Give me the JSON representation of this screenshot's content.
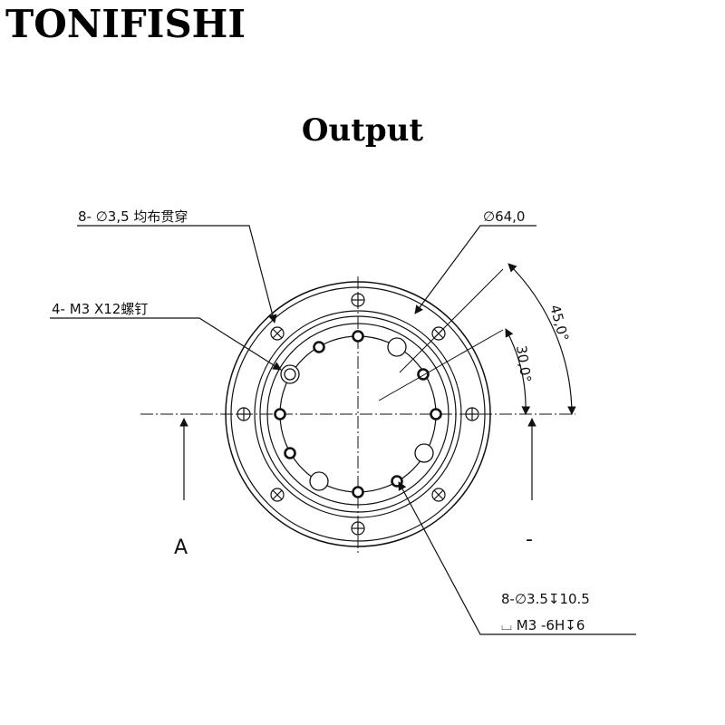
{
  "header": {
    "brand": "TONIFISHI",
    "title": "Output"
  },
  "annotations": {
    "holes_through": "8- ∅3,5 均布贯穿",
    "diameter": "∅64,0",
    "screws": "4- M3 X12螺钉",
    "angle_45": "45,0°",
    "angle_30": "30,0°",
    "section_left": "A",
    "section_right": "-",
    "tapped_holes": "8-∅3.5↧10.5",
    "thread": "⌴ M3 -6H↧6"
  },
  "colors": {
    "line": "#111111",
    "background": "#ffffff"
  }
}
